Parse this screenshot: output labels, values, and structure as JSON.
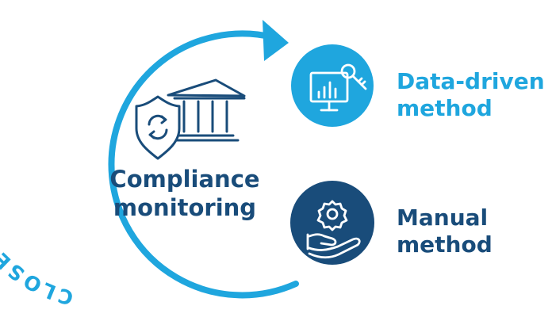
{
  "loop": {
    "label": "CLOSE THE LOOP"
  },
  "center": {
    "line1": "Compliance",
    "line2": "monitoring"
  },
  "methods": [
    {
      "line1": "Data-driven",
      "line2": "method",
      "icon": "monitor-key-icon",
      "color": "#1fa6de"
    },
    {
      "line1": "Manual",
      "line2": "method",
      "icon": "gear-hand-icon",
      "color": "#194c7a"
    }
  ],
  "colors": {
    "loop": "#1fa6de",
    "navy": "#194c7a",
    "light_blue": "#1fa6de"
  },
  "icons": {
    "center": "compliance-badge-building-icon"
  }
}
